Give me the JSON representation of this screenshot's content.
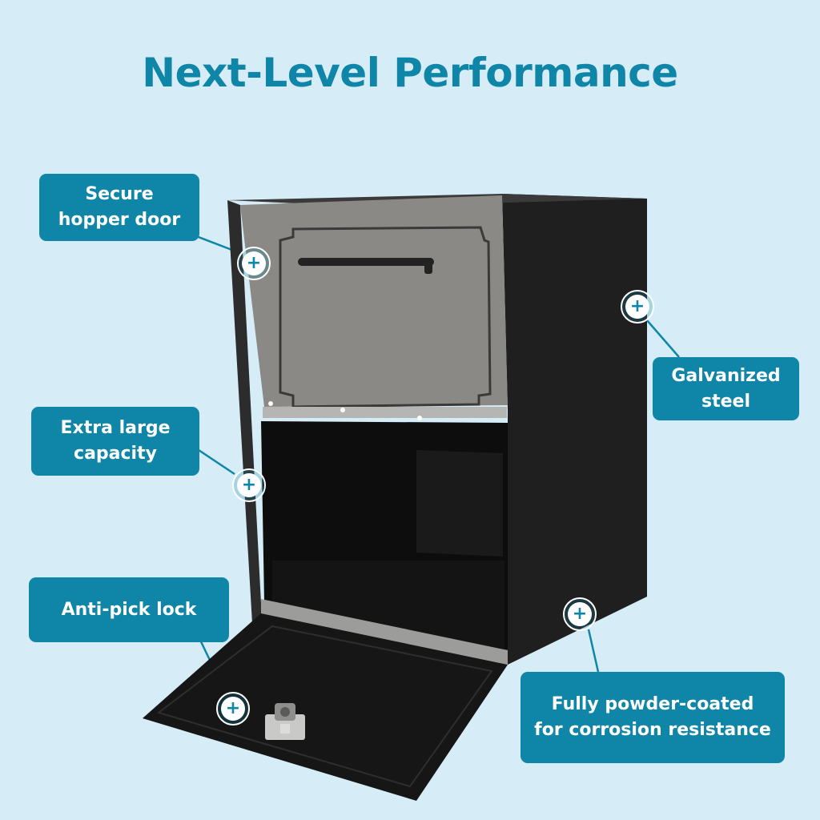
{
  "title": "Next-Level Performance",
  "callouts": {
    "secure": "Secure\nhopper door",
    "extra": "Extra large\ncapacity",
    "lock": "Anti-pick lock",
    "galvanized": "Galvanized\nsteel",
    "powder": "Fully powder-coated\nfor corrosion resistance"
  },
  "hotspot_symbol": "+",
  "colors": {
    "background": "#d6ecf7",
    "accent": "#0f86a8",
    "text_on_accent": "#ffffff",
    "mailbox_body": "#2b2b2b",
    "hopper_door": "#8a8985"
  },
  "icons": [
    "plus-icon",
    "mailbox-illustration"
  ]
}
